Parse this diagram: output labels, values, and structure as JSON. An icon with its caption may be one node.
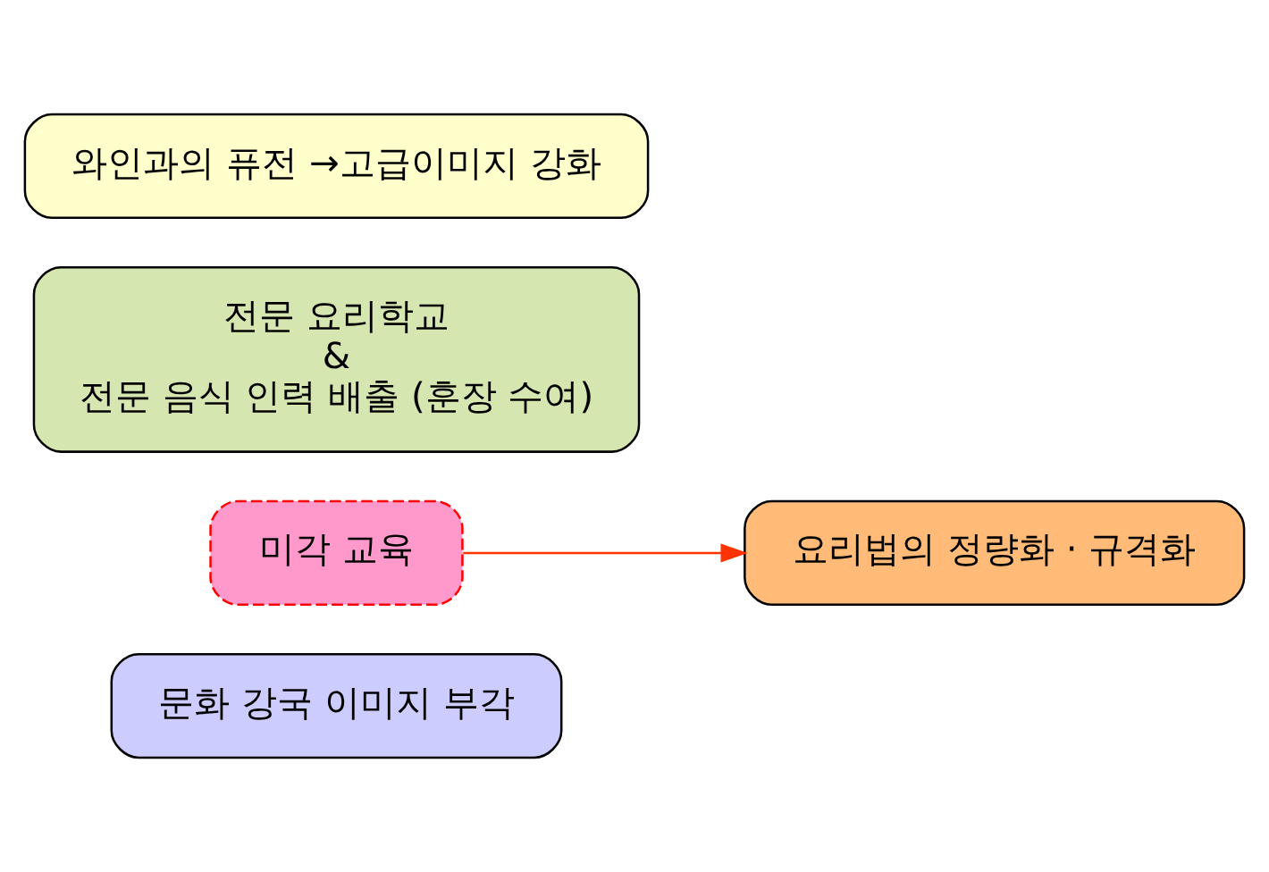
{
  "diagram": {
    "nodes": [
      {
        "text": [
          "문화 강국 이미지 부각"
        ]
      },
      {
        "text": [
          "요리법의 정량화 · 규격화"
        ]
      },
      {
        "text": [
          "미각 교육"
        ]
      },
      {
        "text": [
          "전문 요리학교",
          "&",
          "전문 음식 인력 배출 (훈장 수여)"
        ]
      },
      {
        "text": [
          "와인과의 퓨전 →고급이미지 강화"
        ]
      }
    ],
    "edges": [
      {
        "from": 2,
        "to": 1,
        "arrow": "to",
        "color": "#ff3300"
      }
    ]
  }
}
